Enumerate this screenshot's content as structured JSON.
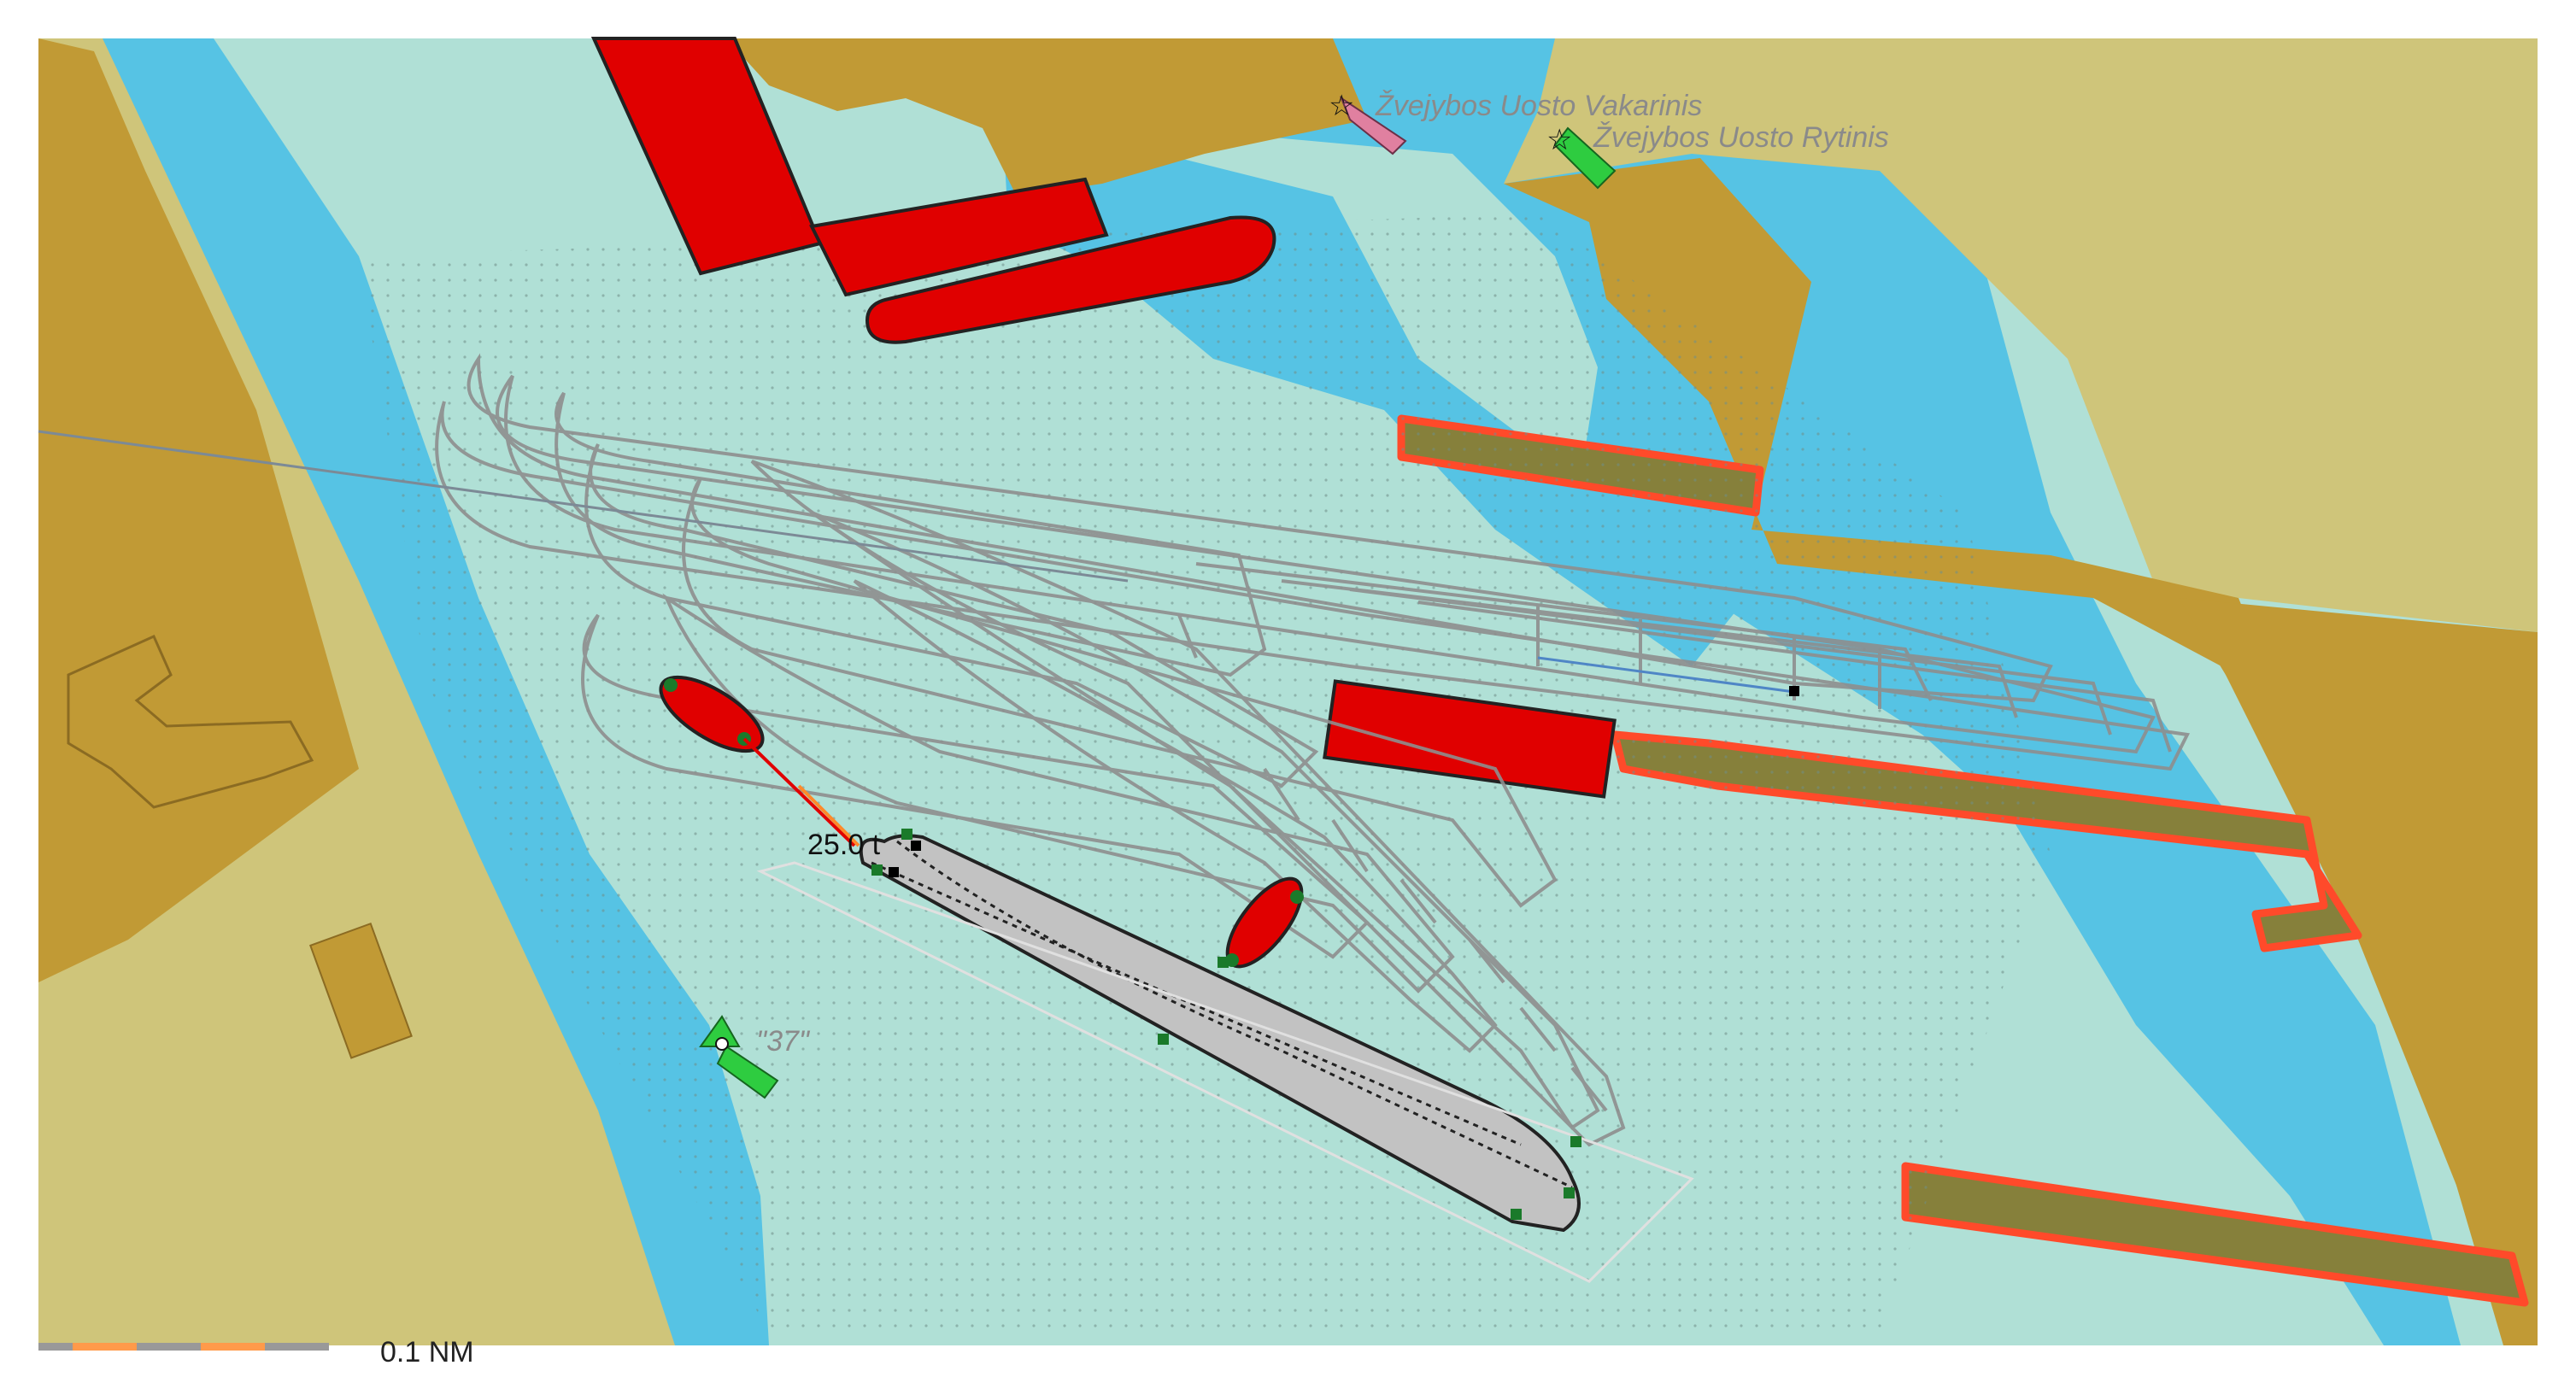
{
  "chart": {
    "lights": [
      {
        "name": "Žvejybos Uosto Vakarinis",
        "color": "#e080a0"
      },
      {
        "name": "Žvejybos Uosto Rytinis",
        "color": "#2ecc40"
      }
    ],
    "buoy_label": "\"37\"",
    "tug_pull_label": "25.0 t",
    "scale_label": "0.1 NM"
  },
  "colors": {
    "land": "#cfc57a",
    "built_up": "#c19a35",
    "deep_water": "#56c3e4",
    "shallow_water": "#b0e0d6",
    "pier": "#86803b",
    "pier_edge": "#ff4a2a",
    "vessel": "#e00000",
    "ship": "#c2c2c2",
    "track": "#8e8e8e"
  }
}
